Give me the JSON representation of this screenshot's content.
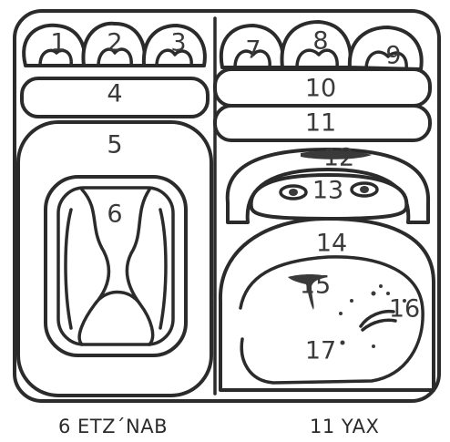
{
  "labels": {
    "l1": "1",
    "l2": "2",
    "l3": "3",
    "l4": "4",
    "l5": "5",
    "l6": "6",
    "l7": "7",
    "l8": "8",
    "l9": "9",
    "l10": "10",
    "l11": "11",
    "l12": "12",
    "l13": "13",
    "l14": "14",
    "l15": "15",
    "l16": "16",
    "l17": "17"
  },
  "captions": {
    "left": "6 ETZ´NAB",
    "right": "11 YAX"
  },
  "colors": {
    "ink": "#2b2b2b",
    "background": "#ffffff"
  }
}
